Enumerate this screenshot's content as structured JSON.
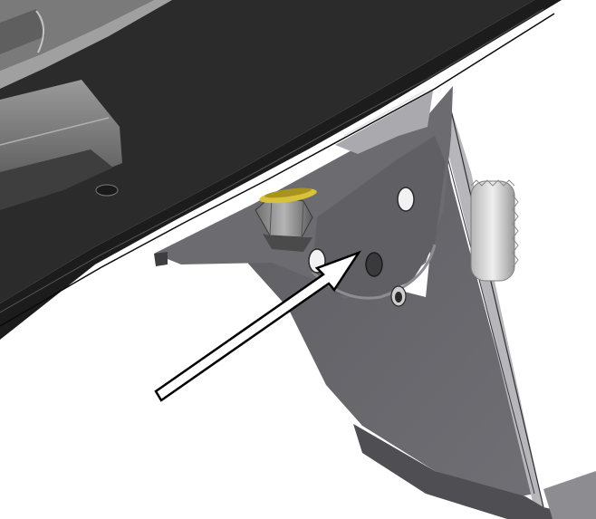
{
  "figure": {
    "kind": "cad-render",
    "background": "#ffffff",
    "colors": {
      "frame_dark": "#2b2b2b",
      "frame_edge": "#111111",
      "bracket": "#6a6a6e",
      "bracket_shadow": "#4b4b4f",
      "bracket_light": "#a9a9ad",
      "rod_top": "#8a8a8a",
      "rod_mid": "#5a5a5a",
      "nut": "#8d8d8d",
      "washer": "#d8c23a",
      "knob": "#c9c9c9",
      "arrow_fill": "#ffffff",
      "arrow_stroke": "#000000"
    },
    "parts": {
      "frame": "frame-beam",
      "upper_rod": "square-tube",
      "lower_rod": "square-tube",
      "bracket": "mounting-plate",
      "leg": "support-leg",
      "nut": "hex-nut",
      "washer": "yellow-washer",
      "knob": "adjustment-knob",
      "holes": [
        "hole-top",
        "hole-left",
        "hole-target",
        "hole-bottom"
      ]
    },
    "callout": {
      "type": "pointer-arrow",
      "points_to": "hole-target"
    }
  }
}
